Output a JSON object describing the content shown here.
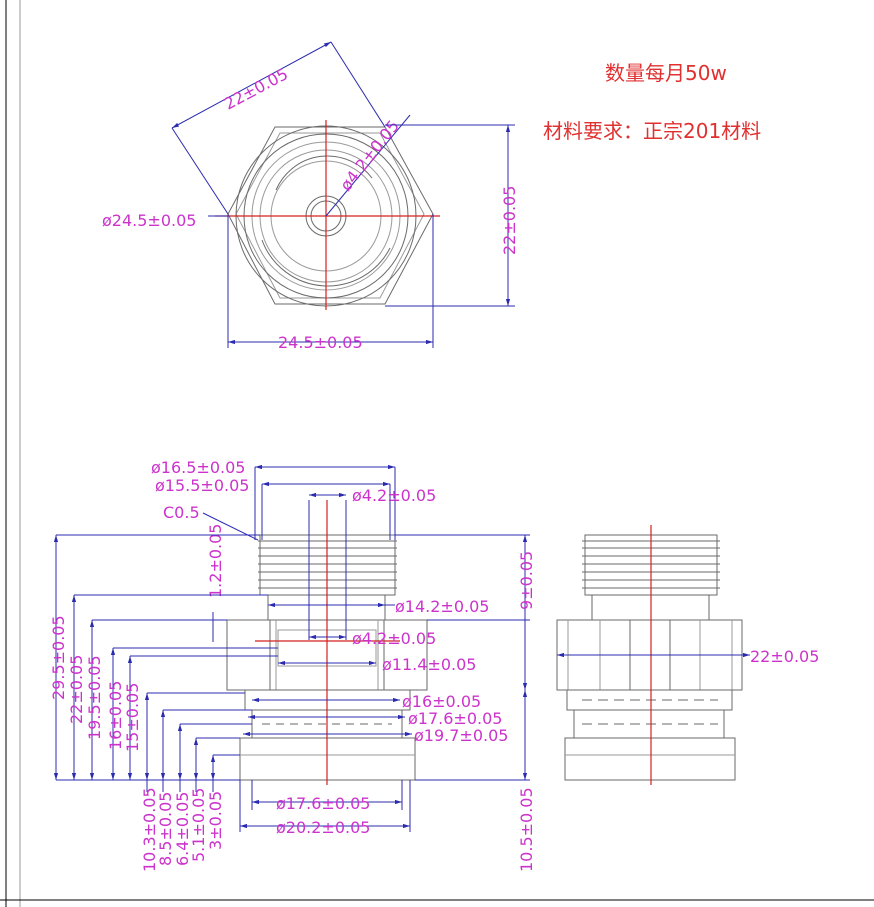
{
  "notes": {
    "quantity": "数量每月50w",
    "material": "材料要求：正宗201材料"
  },
  "colors": {
    "dimension_text": "#cc33cc",
    "dimension_line": "#2b2bb0",
    "centerline": "#d42020",
    "outline": "#6a6a6a",
    "note_text": "#e03030"
  },
  "top_view": {
    "dim_diag": "22±0.05",
    "dim_bore_diag": "ø4.2±0.05",
    "dim_across_corners": "ø24.5±0.05",
    "dim_height": "22±0.05",
    "dim_width": "24.5±0.05"
  },
  "front_view": {
    "d165": "ø16.5±0.05",
    "d155": "ø15.5±0.05",
    "d42_top": "ø4.2±0.05",
    "c05": "C0.5",
    "h12": "1.2±0.05",
    "h9": "9±0.05",
    "d142": "ø14.2±0.05",
    "d42_mid": "ø4.2±0.05",
    "d114": "ø11.4±0.05",
    "d16": "ø16±0.05",
    "d176_a": "ø17.6±0.05",
    "d197": "ø19.7±0.05",
    "d176_b": "ø17.6±0.05",
    "d202": "ø20.2±0.05",
    "h295": "29.5±0.05",
    "h22": "22±0.05",
    "h195": "19.5±0.05",
    "h16": "16±0.05",
    "h15": "15±0.05",
    "h103": "10.3±0.05",
    "h85": "8.5±0.05",
    "h64": "6.4±0.05",
    "h51": "5.1±0.05",
    "h3": "3±0.05",
    "h105": "10.5±0.05"
  },
  "side_view": {
    "dim_width": "22±0.05"
  }
}
